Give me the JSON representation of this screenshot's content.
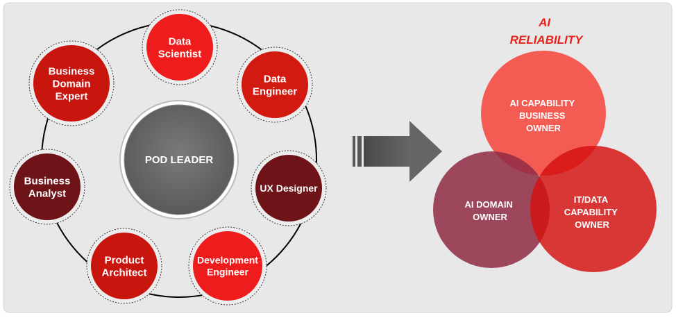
{
  "team": {
    "center": "POD LEADER",
    "roles": [
      {
        "id": "data-scientist",
        "lines": [
          "Data",
          "Scientist"
        ],
        "color": "#ee1c1c"
      },
      {
        "id": "data-engineer",
        "lines": [
          "Data",
          "Engineer"
        ],
        "color": "#d31a10"
      },
      {
        "id": "ux-designer",
        "lines": [
          "UX Designer"
        ],
        "color": "#6e1419"
      },
      {
        "id": "development-engineer",
        "lines": [
          "Development",
          "Engineer"
        ],
        "color": "#ee1c1c"
      },
      {
        "id": "product-architect",
        "lines": [
          "Product",
          "Architect"
        ],
        "color": "#c8160f"
      },
      {
        "id": "business-analyst",
        "lines": [
          "Business",
          "Analyst"
        ],
        "color": "#6e1419"
      },
      {
        "id": "business-domain-expert",
        "lines": [
          "Business",
          "Domain",
          "Expert"
        ],
        "color": "#c8160f"
      }
    ]
  },
  "reliability": {
    "title_lines": [
      "AI",
      "RELIABILITY"
    ],
    "owners": [
      {
        "id": "ai-capability-business-owner",
        "lines": [
          "AI CAPABILITY",
          "BUSINESS",
          "OWNER"
        ],
        "color": "#f5483e"
      },
      {
        "id": "ai-domain-owner",
        "lines": [
          "AI DOMAIN",
          "OWNER"
        ],
        "color": "#8f2a44"
      },
      {
        "id": "it-data-capability-owner",
        "lines": [
          "IT/DATA",
          "CAPABILITY",
          "OWNER"
        ],
        "color": "#d4100e"
      }
    ]
  },
  "colors": {
    "panel": "#e8e8e8",
    "pod": "#6a6a6a",
    "arrow": "#575757",
    "ring": "#000000"
  }
}
